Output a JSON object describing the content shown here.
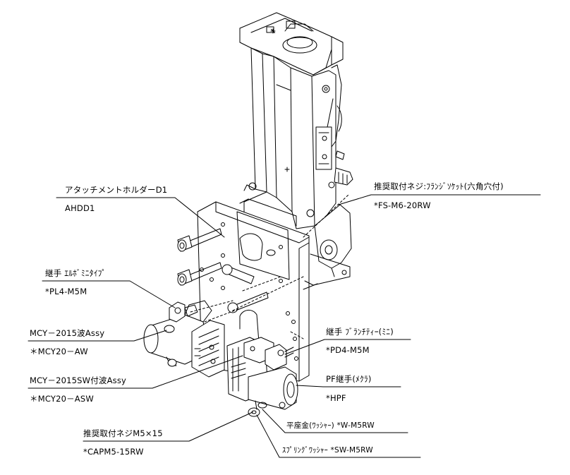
{
  "labels": {
    "holder_name": "アタッチメントホルダーD1",
    "holder_code": "AHDD1",
    "fitting_elbow_name": "継手 ｴﾙﾎﾞﾐﾆﾀｲﾌﾟ",
    "fitting_elbow_code": "*PL4-M5M",
    "cylinder_name": "MCY－2015波Assy",
    "cylinder_code": "＊MCY20－AW",
    "cylinder_sw_name": "MCY－2015SW付波Assy",
    "cylinder_sw_code": "＊MCY20－ASW",
    "screw_m5_name": "推奨取付ネジM5×15",
    "screw_m5_code": "*CAPM5-15RW",
    "recommended_screw_name": "推奨取付ネジ:ﾌﾗﾝｼﾞｿｹｯﾄ(六角穴付)",
    "recommended_screw_code": "*FS-M6-20RW",
    "branch_tee_name": "継手 ﾌﾞﾗﾝﾁﾃｨｰ(ﾐﾆ)",
    "branch_tee_code": "*PD4-M5M",
    "pf_fitting_name": "PF継手(ﾒｸﾗ)",
    "pf_fitting_code": "*HPF",
    "flat_washer": "平座金(ﾜｯｼｬｰ) *W-M5RW",
    "spring_washer": "ｽﾌﾟﾘﾝｸﾞﾜｯｼｬｰ *SW-M5RW"
  },
  "colors": {
    "line": "#000000",
    "background": "#ffffff"
  }
}
